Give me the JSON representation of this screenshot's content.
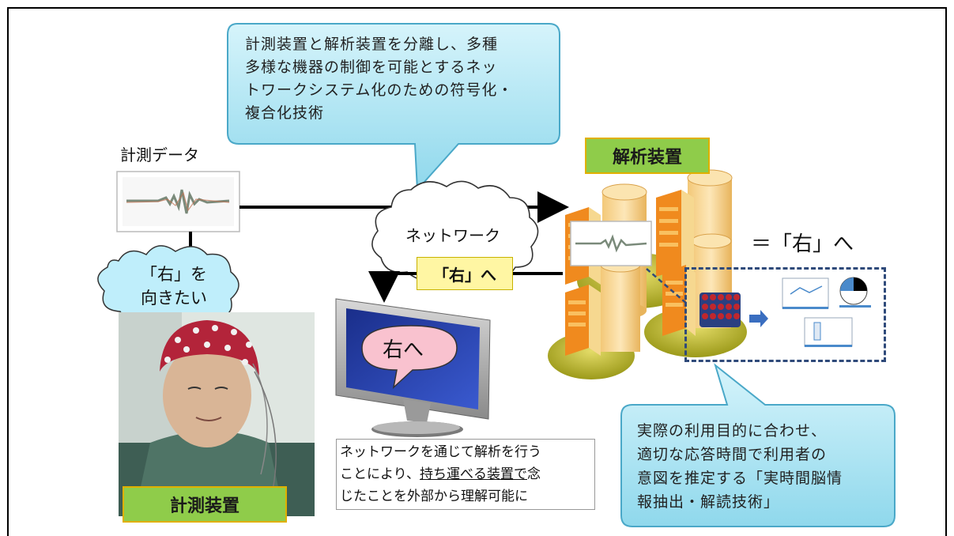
{
  "callout_top": {
    "lines": [
      "計測装置と解析装置を分離し、多種",
      "多様な機器の制御を可能とするネッ",
      "トワークシステム化のための符号化・",
      "複合化技術"
    ]
  },
  "measurement_data_label": "計測データ",
  "analysis_device_label": "解析装置",
  "network_label": "ネットワーク",
  "right_tag": "「右」へ",
  "equals_right": "＝「右」へ",
  "thought": {
    "line1": "「右」を",
    "line2": "向きたい"
  },
  "screen_bubble": "右へ",
  "measurement_device_label": "計測装置",
  "caption": {
    "part1": "ネットワークを通じて解析を行う",
    "part2": "ことにより、",
    "part3_underlined": "持ち運べる装置で",
    "part4": "念",
    "part5": "じたことを外部から理解可能に"
  },
  "callout_bottom": {
    "lines": [
      "実際の利用目的に合わせ、",
      "適切な応答時間で利用者の",
      "意図を推定する「実時間脳情",
      "報抽出・解読技術」"
    ]
  },
  "colors": {
    "callout_fill": "#a8e4f2",
    "callout_stroke": "#4aa8c8",
    "green_box": "#8fcc4a",
    "server_orange": "#f08a1e",
    "server_body": "#f6d890",
    "platform_green": "#b8b830",
    "dash_border": "#2f4a7a"
  }
}
